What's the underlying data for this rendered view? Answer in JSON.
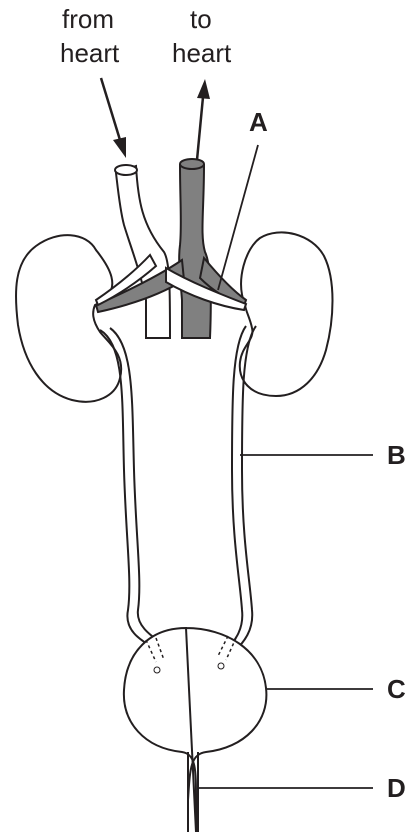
{
  "labels": {
    "from_heart_line1": "from",
    "from_heart_line2": "heart",
    "to_heart_line1": "to",
    "to_heart_line2": "heart",
    "A": "A",
    "B": "B",
    "C": "C",
    "D": "D"
  },
  "colors": {
    "outline": "#231f20",
    "vein_fill": "#ffffff",
    "artery_fill": "#808080"
  }
}
